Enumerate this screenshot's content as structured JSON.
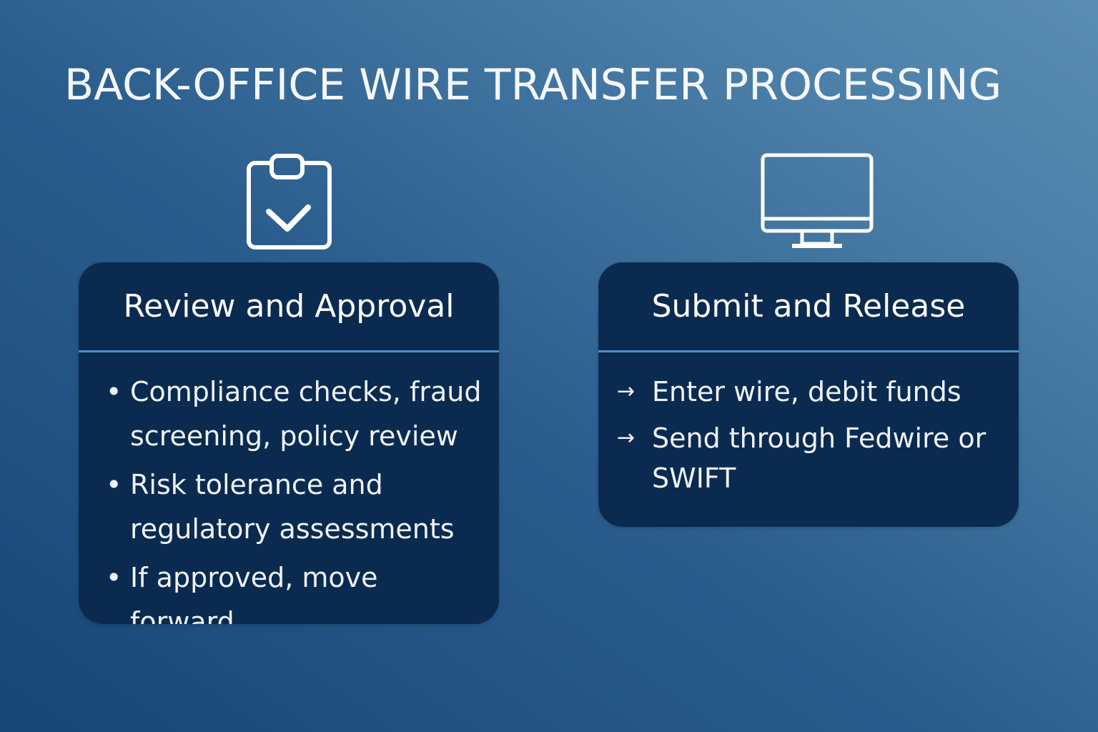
{
  "title": "BACK-OFFICE WIRE TRANSFER PROCESSING",
  "colors": {
    "card": "#0b2a4f",
    "divider": "#4a90c8",
    "text": "#ffffff"
  },
  "cards": [
    {
      "icon": "clipboard-check-icon",
      "heading": "Review and Approval",
      "marker": "•",
      "items": [
        "Compliance checks, fraud screening, policy review",
        "Risk tolerance and regulatory assessments",
        "If approved, move forward"
      ]
    },
    {
      "icon": "monitor-icon",
      "heading": "Submit and Release",
      "marker": "→",
      "items": [
        "Enter wire, debit funds",
        "Send through Fedwire or SWIFT"
      ]
    }
  ]
}
